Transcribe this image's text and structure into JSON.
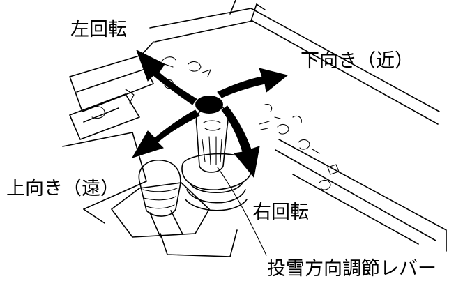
{
  "labels": {
    "left_turn": "左回転",
    "down_near": "下向き（近）",
    "up_far": "上向き（遠）",
    "right_turn": "右回転",
    "lever_name": "投雪方向調節レバー"
  },
  "icons": [
    "rotation-arrow-left-icon",
    "rotation-arrow-right-icon",
    "tilt-arrow-down-icon",
    "tilt-arrow-up-icon"
  ],
  "colors": {
    "ink": "#000000",
    "background": "#ffffff"
  }
}
